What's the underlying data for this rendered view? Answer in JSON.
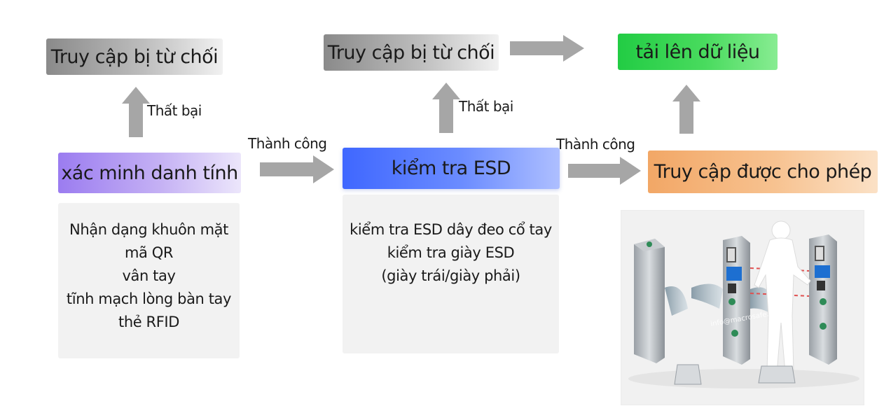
{
  "boxes": {
    "denied_left": "Truy cập bị từ chối",
    "denied_middle": "Truy cập bị từ chối",
    "upload": "tải lên dữ liệu",
    "identity": "xác minh danh tính",
    "esd_check": "kiểm tra ESD",
    "granted": "Truy cập được cho phép"
  },
  "labels": {
    "fail_left": "Thất bại",
    "fail_middle": "Thất bại",
    "success_left": "Thành công",
    "success_right": "Thành công"
  },
  "identity_methods": [
    "Nhận dạng khuôn mặt",
    "mã QR",
    "vân tay",
    "tĩnh mạch lòng bàn tay",
    "thẻ RFID"
  ],
  "esd_methods": [
    "kiểm tra ESD dây đeo cổ tay",
    "kiểm tra giày ESD",
    "(giày trái/giày phải)"
  ],
  "photo": {
    "watermark": "info@macrosafe.com",
    "icons": [
      "turnstile-gate-icon",
      "person-silhouette-icon",
      "foot-plate-icon"
    ]
  },
  "colors": {
    "arrow": "#a6a6a6",
    "denied": "#8a8a8a",
    "identity": "#9b7cf0",
    "esd": "#3f67ff",
    "upload": "#22cc44",
    "granted": "#f2a766"
  }
}
